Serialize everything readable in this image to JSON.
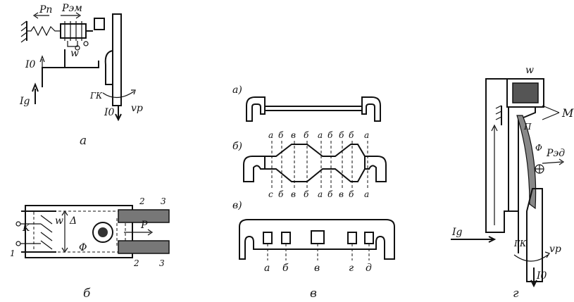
{
  "captions": {
    "a": "а",
    "b": "б",
    "v": "в",
    "g": "г"
  },
  "panel_a": {
    "labels": {
      "pp": "Pп",
      "pem": "Pэм",
      "w": "w",
      "i0_left": "I0",
      "ig": "Ig",
      "gk": "ГК",
      "vp": "vр",
      "i0_bottom": "I0"
    }
  },
  "panel_b": {
    "labels": {
      "k": "K",
      "w": "w",
      "delta": "Δ",
      "phi": "Φ",
      "p": "P",
      "n1": "1",
      "n2_top": "2",
      "n2_bot": "2",
      "n3_top": "3",
      "n3_bot": "3"
    }
  },
  "panel_v": {
    "row_labels": {
      "a": "а)",
      "b": "б)",
      "v": "в)"
    },
    "letters_b": [
      "а",
      "б",
      "в",
      "б",
      "а",
      "б",
      "б",
      "б",
      "а"
    ],
    "letters_b_bottom": [
      "с",
      "б",
      "в",
      "б",
      "а",
      "б",
      "в",
      "б",
      "а"
    ],
    "letters_v": [
      "а",
      "б",
      "в",
      "г",
      "д"
    ]
  },
  "panel_g": {
    "labels": {
      "w": "w",
      "m": "M",
      "p": "П",
      "phi": "Φ",
      "pzd": "Pэд",
      "ig": "Ig",
      "gk": "ГК",
      "vp": "vр",
      "i0": "I0"
    }
  }
}
